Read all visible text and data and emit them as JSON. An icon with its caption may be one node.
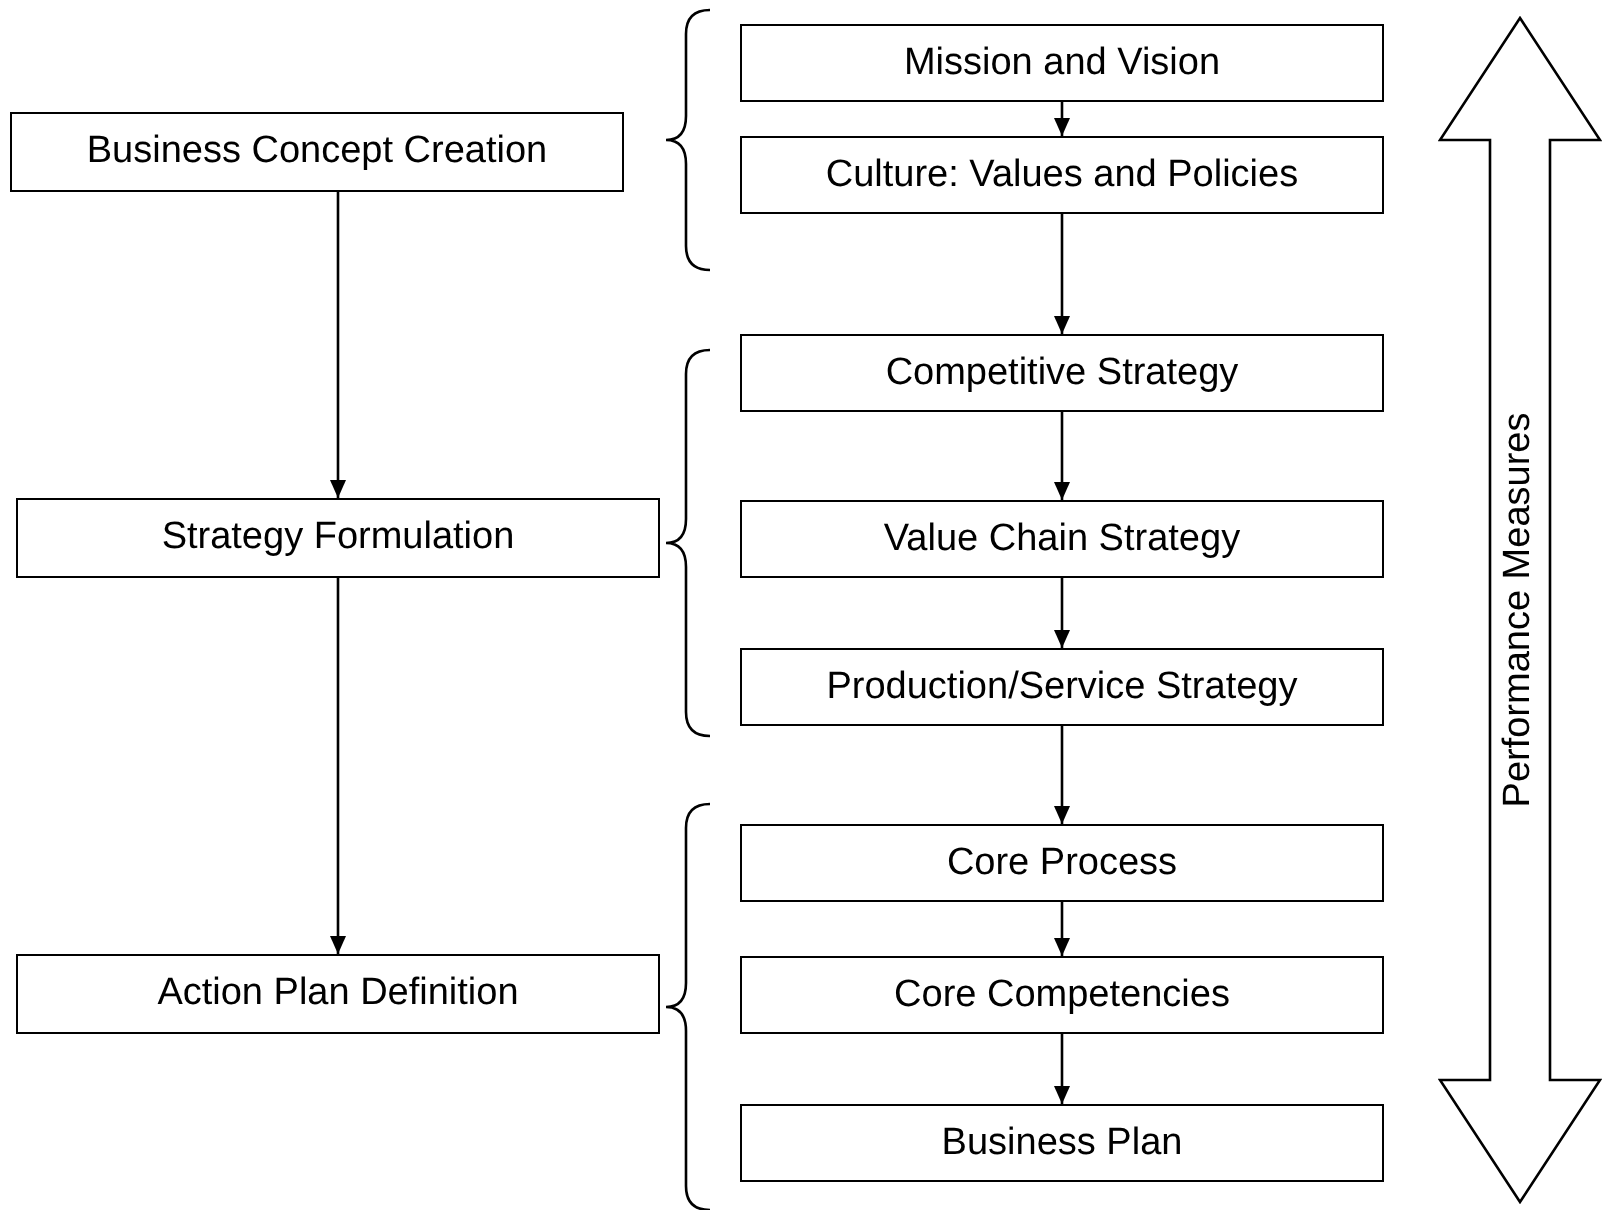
{
  "diagram": {
    "nodes": [
      {
        "text": [
          "Business Concept Creation"
        ]
      },
      {
        "text": [
          "Strategy Formulation"
        ]
      },
      {
        "text": [
          "Action Plan Definition"
        ]
      },
      {
        "text": [
          "Mission and Vision"
        ]
      },
      {
        "text": [
          "Culture: Values and Policies"
        ]
      },
      {
        "text": [
          "Competitive Strategy"
        ]
      },
      {
        "text": [
          "Value Chain Strategy"
        ]
      },
      {
        "text": [
          "Production/Service Strategy"
        ]
      },
      {
        "text": [
          "Core Process"
        ]
      },
      {
        "text": [
          "Core Competencies"
        ]
      },
      {
        "text": [
          "Business Plan"
        ]
      },
      {
        "text": [
          "Performance Measures"
        ]
      }
    ],
    "edges": [
      {
        "from": 0,
        "to": 1,
        "arrow": "to"
      },
      {
        "from": 1,
        "to": 2,
        "arrow": "to"
      },
      {
        "from": 3,
        "to": 4,
        "arrow": "to"
      },
      {
        "from": 4,
        "to": 5,
        "arrow": "to"
      },
      {
        "from": 5,
        "to": 6,
        "arrow": "to"
      },
      {
        "from": 6,
        "to": 7,
        "arrow": "to"
      },
      {
        "from": 7,
        "to": 8,
        "arrow": "to"
      },
      {
        "from": 8,
        "to": 9,
        "arrow": "to"
      },
      {
        "from": 9,
        "to": 10,
        "arrow": "to"
      }
    ]
  }
}
